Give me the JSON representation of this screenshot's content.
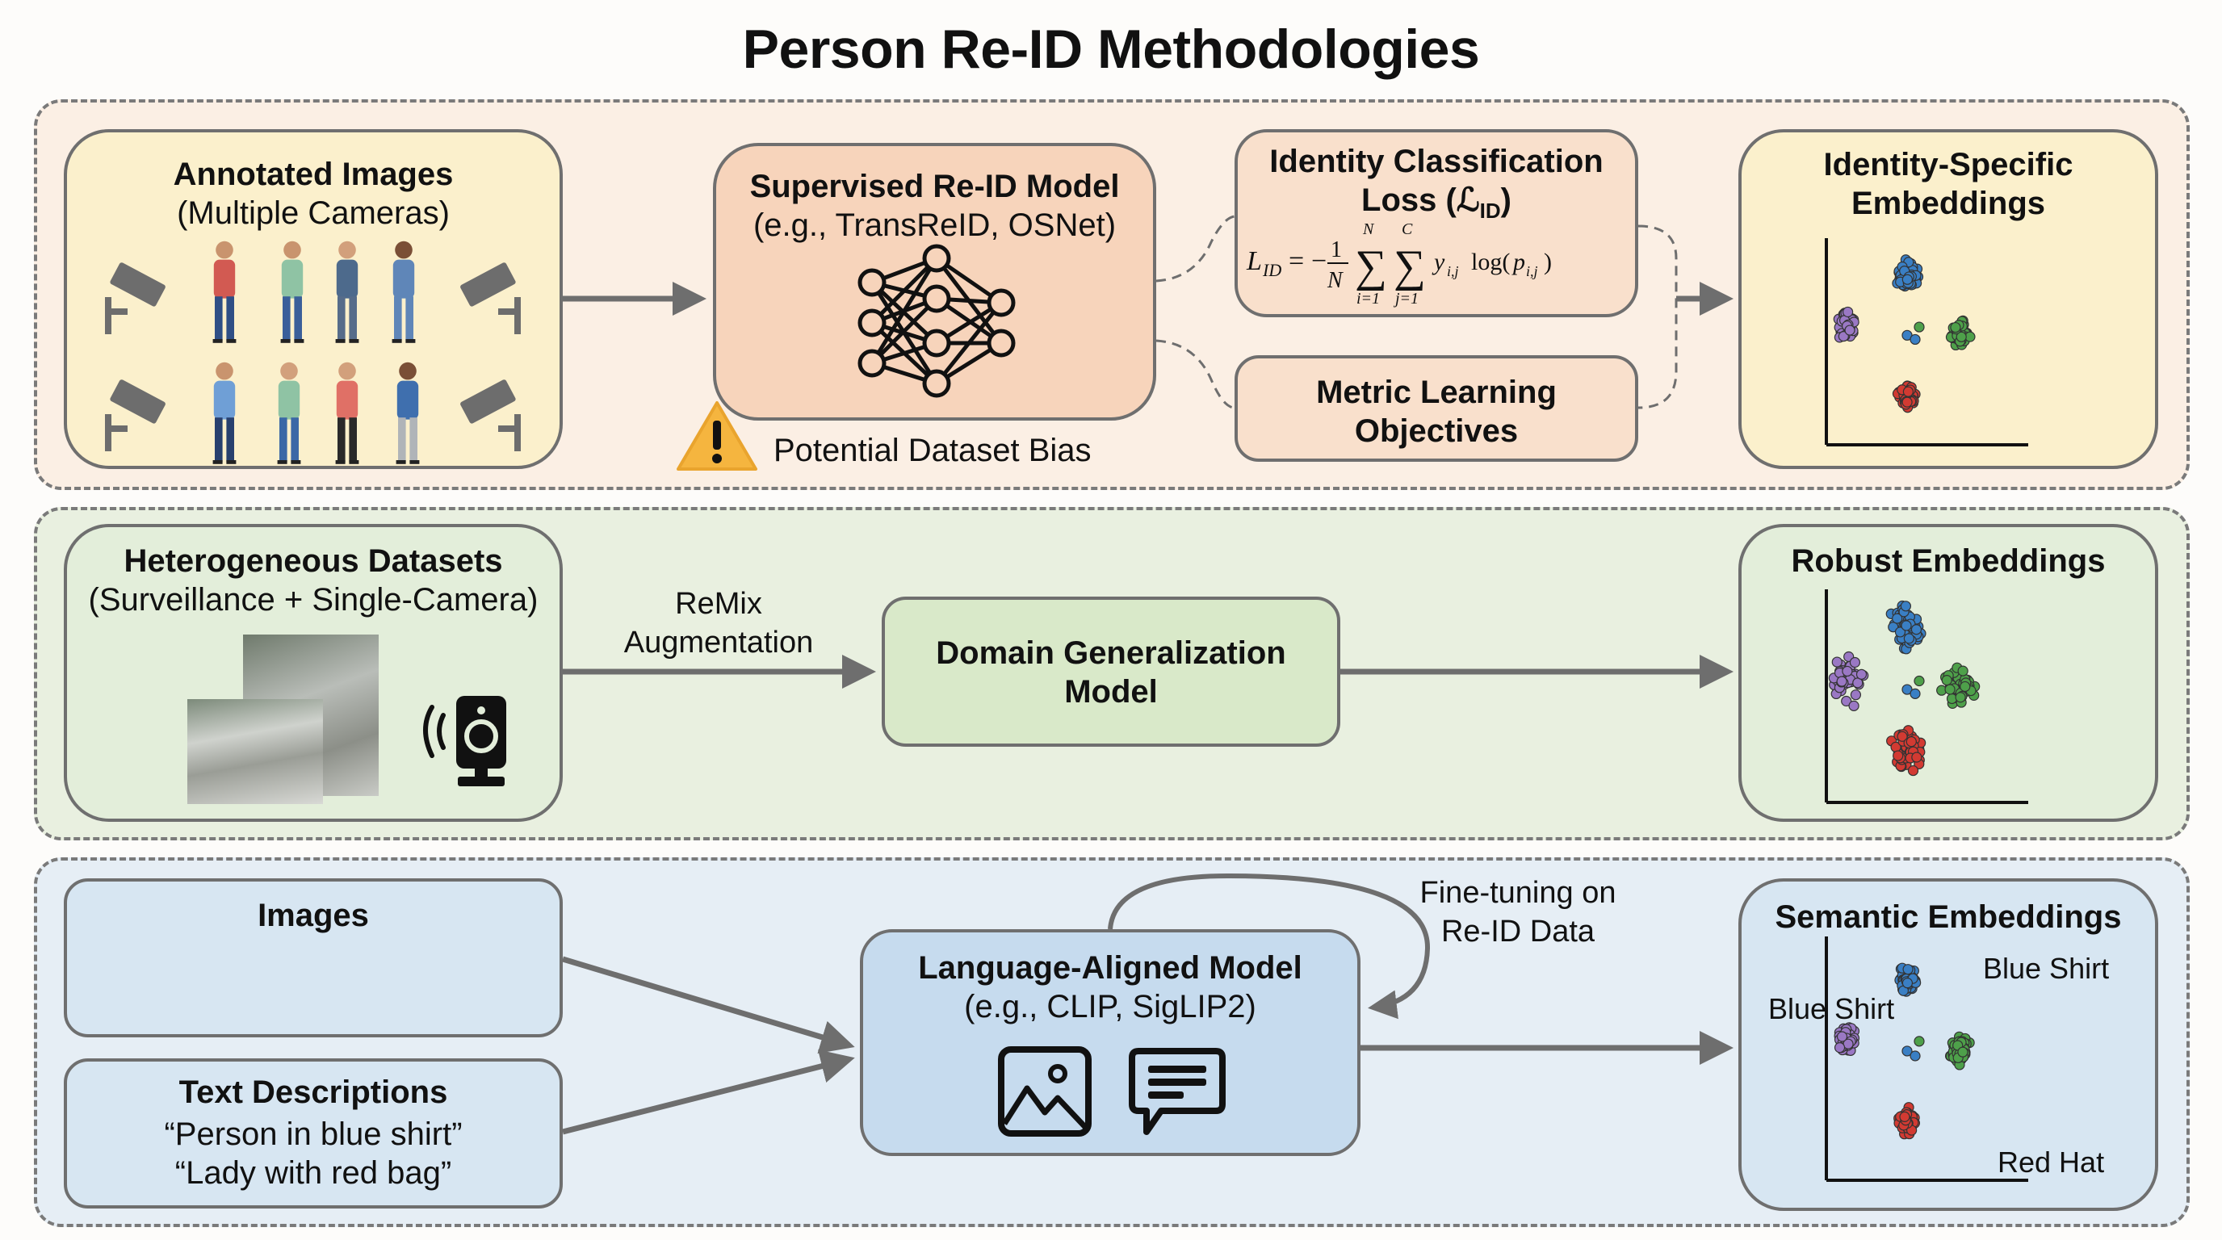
{
  "title": "Person Re-ID Methodologies",
  "rows": {
    "supervised": {
      "input": {
        "title": "Annotated Images",
        "subtitle": "(Multiple Cameras)"
      },
      "model": {
        "title": "Supervised Re-ID Model",
        "subtitle": "(e.g., TransReID, OSNet)"
      },
      "warning": "Potential Dataset Bias",
      "loss": {
        "title_line1": "Identity Classification",
        "title_line2": "Loss (ℒ",
        "title_sub": "ID",
        "title_end": ")",
        "formula": "L_ID = −(1/N) Σ_{i=1}^{N} Σ_{j=1}^{C} y_{i,j} log(p_{i,j})"
      },
      "metric": {
        "line1": "Metric Learning",
        "line2": "Objectives"
      },
      "output": {
        "line1": "Identity-Specific",
        "line2": "Embeddings"
      }
    },
    "domain": {
      "input": {
        "title": "Heterogeneous Datasets",
        "subtitle": "(Surveillance + Single-Camera)"
      },
      "edge_label": {
        "line1": "ReMix",
        "line2": "Augmentation"
      },
      "model": {
        "line1": "Domain Generalization",
        "line2": "Model"
      },
      "output": {
        "title": "Robust Embeddings"
      }
    },
    "language": {
      "images": {
        "title": "Images"
      },
      "text": {
        "title": "Text Descriptions",
        "quote1": "“Person in blue shirt”",
        "quote2": "“Lady with red bag”"
      },
      "model": {
        "title": "Language-Aligned Model",
        "subtitle": "(e.g., CLIP, SigLIP2)"
      },
      "loop_label": {
        "line1": "Fine-tuning on",
        "line2": "Re-ID Data"
      },
      "output": {
        "title": "Semantic Embeddings",
        "labels": [
          "Blue Shirt",
          "Blue Shirt",
          "Red Hat"
        ]
      }
    }
  },
  "cluster_colors": {
    "blue": "#3a7fc4",
    "purple": "#9a78c4",
    "green": "#4ea04a",
    "red": "#d23a32"
  },
  "icons": [
    "cctv-camera-icon",
    "person-icon",
    "neural-network-icon",
    "warning-icon",
    "smart-camera-icon",
    "image-icon",
    "chat-icon"
  ]
}
